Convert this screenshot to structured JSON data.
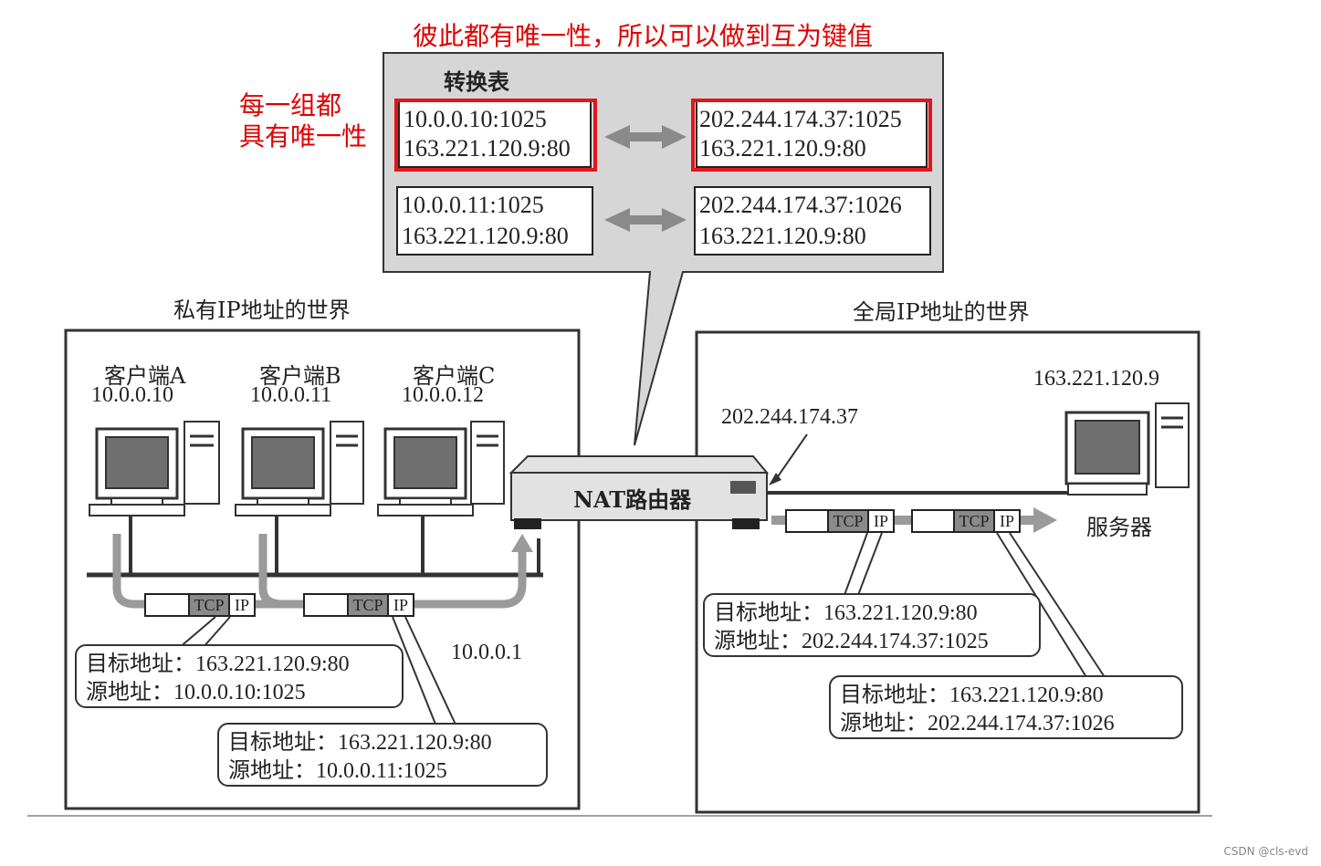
{
  "header": {
    "caption": "彼此都有唯一性，所以可以做到互为键值",
    "side_note_line1": "每一组都",
    "side_note_line2": "具有唯一性"
  },
  "table": {
    "title": "转换表",
    "rows": [
      {
        "private_1": "10.0.0.10:1025",
        "private_2": "163.221.120.9:80",
        "global_1": "202.244.174.37:1025",
        "global_2": "163.221.120.9:80"
      },
      {
        "private_1": "10.0.0.11:1025",
        "private_2": "163.221.120.9:80",
        "global_1": "202.244.174.37:1026",
        "global_2": "163.221.120.9:80"
      }
    ]
  },
  "private_world": {
    "title": "私有IP地址的世界",
    "clients": [
      {
        "name": "客户端A",
        "ip": "10.0.0.10"
      },
      {
        "name": "客户端B",
        "ip": "10.0.0.11"
      },
      {
        "name": "客户端C",
        "ip": "10.0.0.12"
      }
    ],
    "gateway_ip": "10.0.0.1",
    "packets": [
      {
        "tcp": "TCP",
        "ip": "IP",
        "dst_label": "目标地址：",
        "dst": "163.221.120.9:80",
        "src_label": "源地址：",
        "src": "10.0.0.10:1025"
      },
      {
        "tcp": "TCP",
        "ip": "IP",
        "dst_label": "目标地址：",
        "dst": "163.221.120.9:80",
        "src_label": "源地址：",
        "src": "10.0.0.11:1025"
      }
    ]
  },
  "router": {
    "label": "NAT路由器",
    "global_ip": "202.244.174.37"
  },
  "global_world": {
    "title": "全局IP地址的世界",
    "server_ip": "163.221.120.9",
    "server_label": "服务器",
    "packets": [
      {
        "tcp": "TCP",
        "ip": "IP",
        "dst_label": "目标地址：",
        "dst": "163.221.120.9:80",
        "src_label": "源地址：",
        "src": "202.244.174.37:1025"
      },
      {
        "tcp": "TCP",
        "ip": "IP",
        "dst_label": "目标地址：",
        "dst": "163.221.120.9:80",
        "src_label": "源地址：",
        "src": "202.244.174.37:1026"
      }
    ]
  },
  "watermark": "CSDN @cls-evd",
  "colors": {
    "highlight_red": "#e3141b",
    "callout_gray": "#d6d6d6",
    "arrow_gray": "#8a8a8a"
  }
}
